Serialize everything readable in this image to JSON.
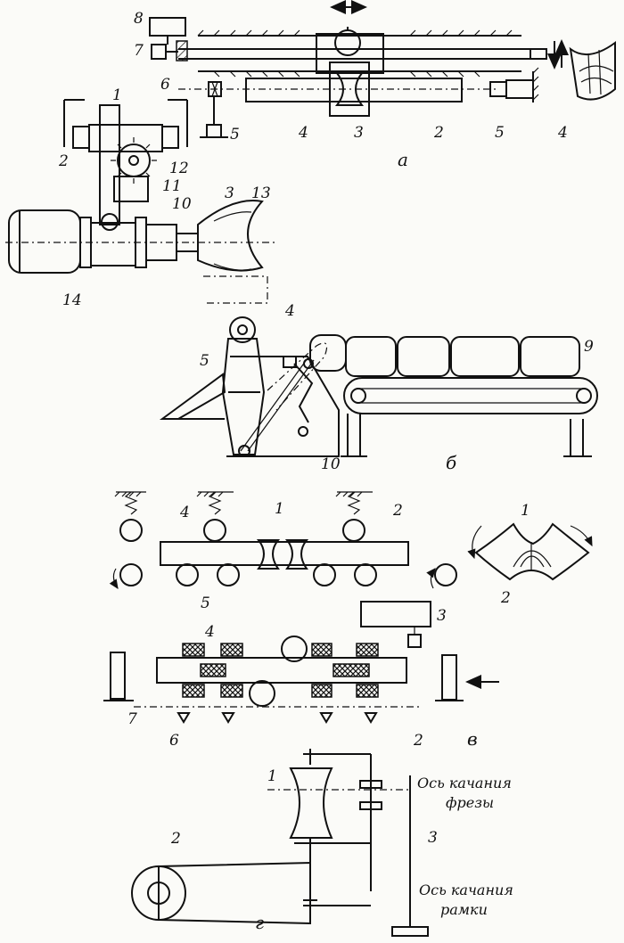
{
  "sections": {
    "a": "а",
    "b": "б",
    "v": "в",
    "g": "г"
  },
  "labels_a": {
    "n8": "8",
    "n7": "7",
    "n6": "6",
    "n5_left": "5",
    "n4": "4",
    "n3": "3",
    "n2": "2",
    "n5_right": "5",
    "n4_right": "4"
  },
  "labels_b": {
    "n1": "1",
    "n2": "2",
    "n12": "12",
    "n11": "11",
    "n10_top": "10",
    "n3": "3",
    "n13": "13",
    "n14": "14",
    "n4": "4",
    "n9": "9",
    "n5": "5",
    "n10_bottom": "10"
  },
  "labels_v": {
    "n1": "1",
    "n2_top": "2",
    "n4_top": "4",
    "n5": "5",
    "n1_right": "1",
    "n2_right": "2",
    "n3": "3",
    "n4_mid": "4",
    "n7": "7",
    "n6": "6",
    "n2_bottom": "2"
  },
  "labels_g": {
    "n1": "1",
    "n2": "2",
    "n3": "3",
    "axis_cutter_line1": "Ось качания",
    "axis_cutter_line2": "фрезы",
    "axis_frame_line1": "Ось качания",
    "axis_frame_line2": "рамки"
  }
}
